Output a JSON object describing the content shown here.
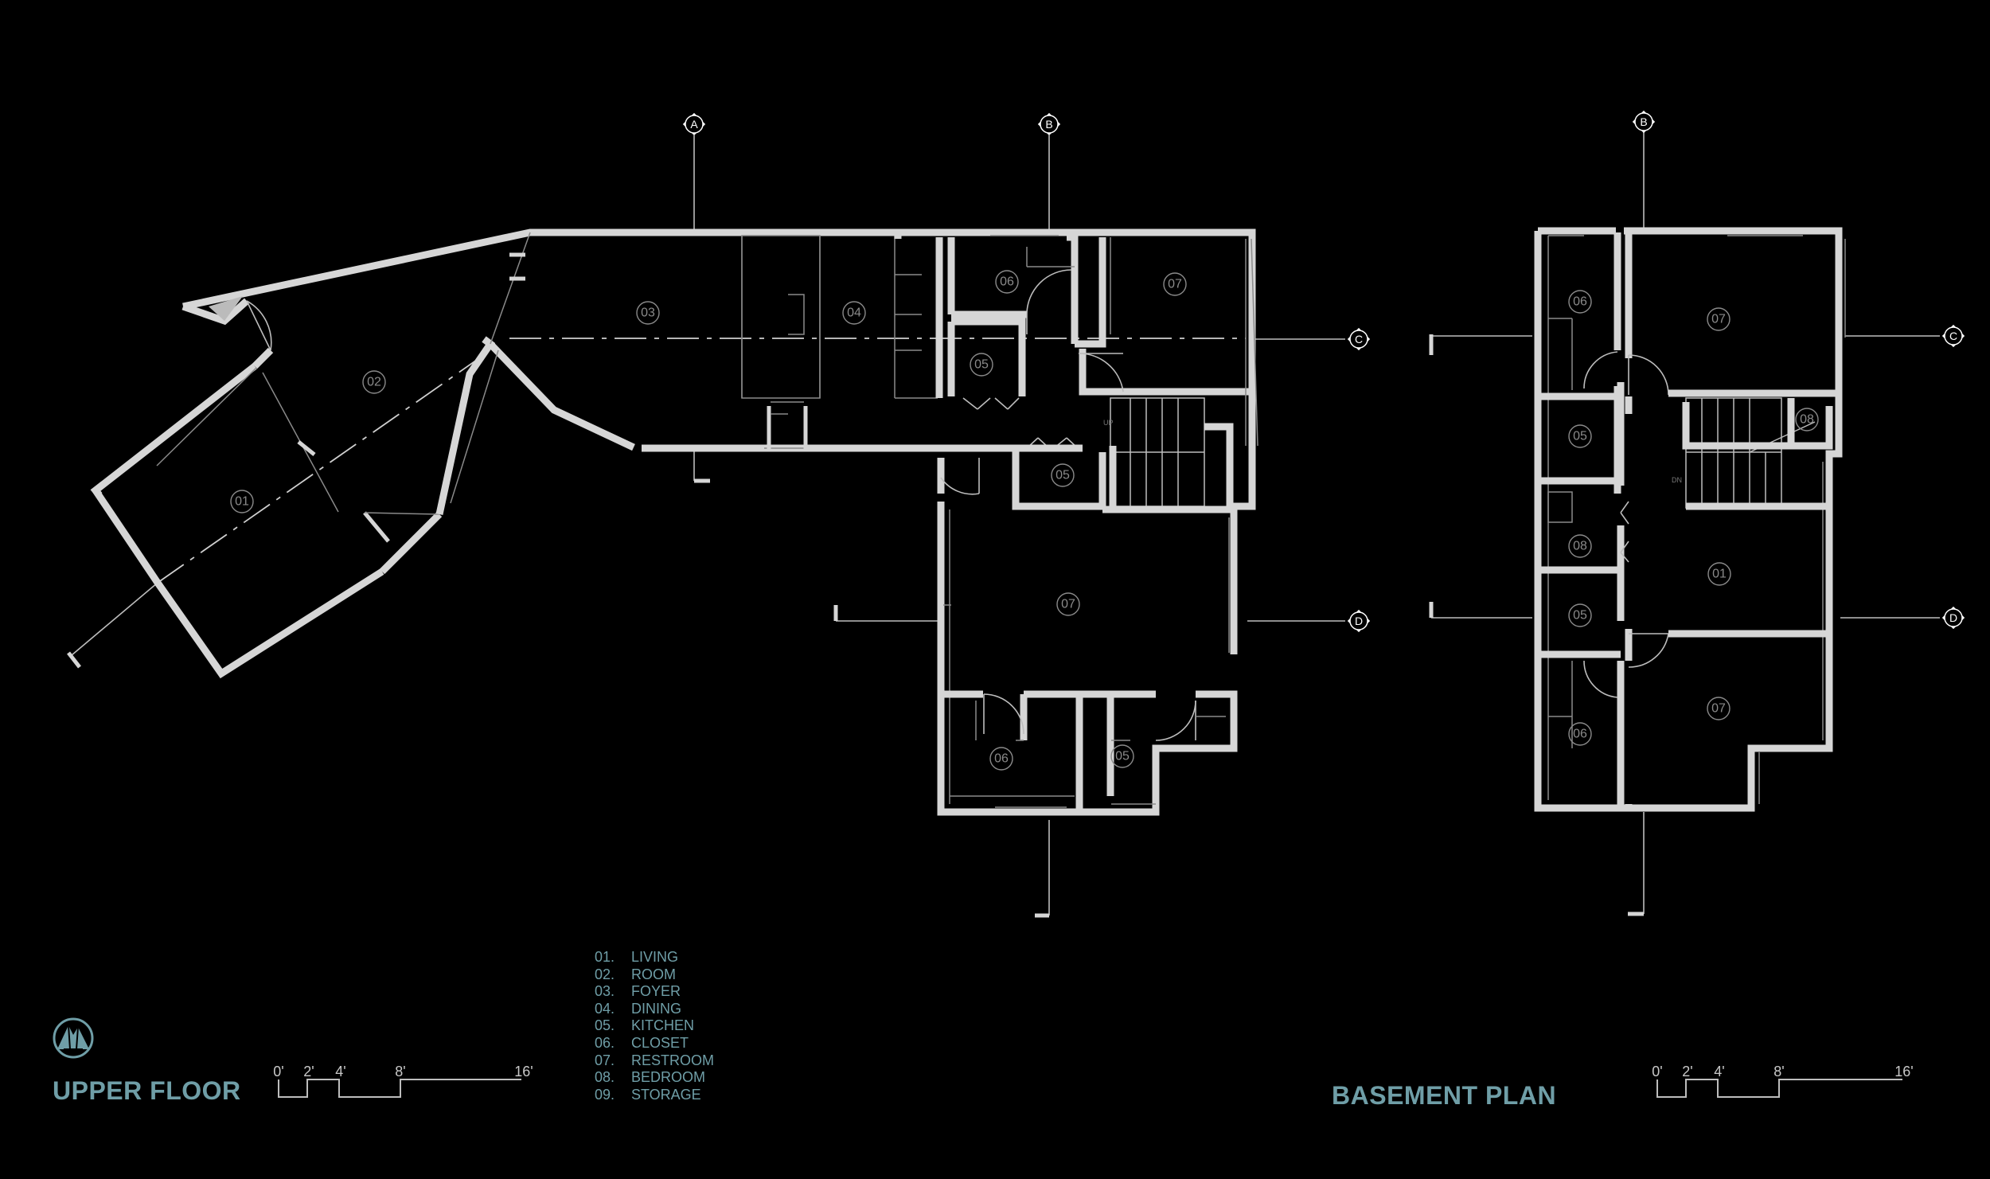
{
  "titles": {
    "upper": "UPPER FLOOR",
    "basement": "BASEMENT PLAN"
  },
  "legend": [
    {
      "num": "01.",
      "label": "LIVING"
    },
    {
      "num": "02.",
      "label": "ROOM"
    },
    {
      "num": "03.",
      "label": "FOYER"
    },
    {
      "num": "04.",
      "label": "DINING"
    },
    {
      "num": "05.",
      "label": "KITCHEN"
    },
    {
      "num": "06.",
      "label": "CLOSET"
    },
    {
      "num": "07.",
      "label": "RESTROOM"
    },
    {
      "num": "08.",
      "label": "BEDROOM"
    },
    {
      "num": "09.",
      "label": "STORAGE"
    }
  ],
  "scale_bar": [
    "0'",
    "2'",
    "4'",
    "8'",
    "16'"
  ],
  "grid_bubbles": {
    "A": "A",
    "B": "B",
    "C": "C",
    "D": "D"
  },
  "upper_rooms": [
    "01",
    "02",
    "03",
    "04",
    "06",
    "07",
    "05",
    "05",
    "07",
    "06",
    "05"
  ],
  "basement_rooms": [
    "06",
    "07",
    "05",
    "08",
    "08",
    "01",
    "05",
    "07",
    "06"
  ],
  "stair_labels": {
    "up": "UP",
    "dn": "DN"
  },
  "colors": {
    "background": "#000000",
    "walls": "#d6d6d6",
    "title": "#6f9ea7",
    "tags": "#8a8a8a"
  },
  "icons": {
    "logo": "mountain-logo-icon"
  }
}
